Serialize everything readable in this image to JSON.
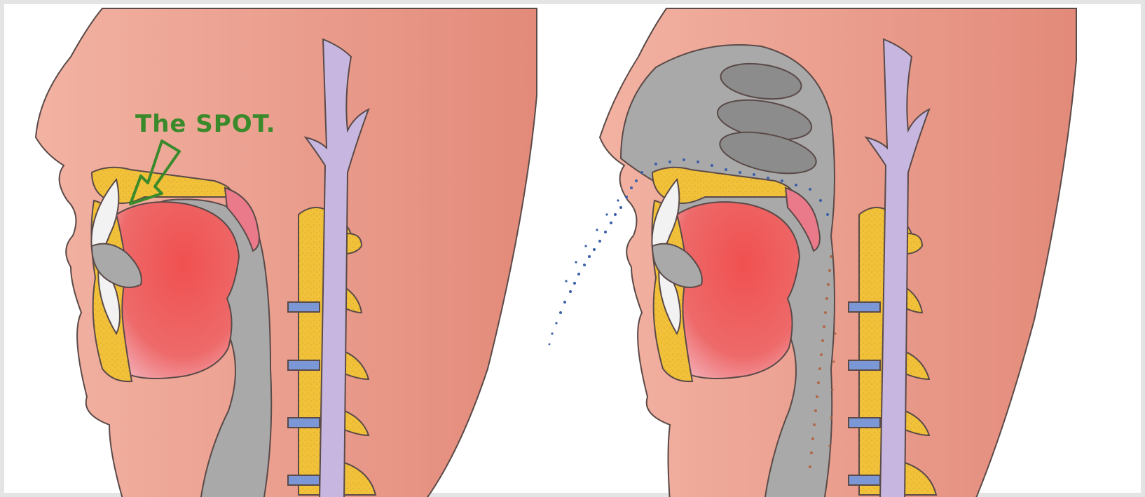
{
  "annotation": {
    "label": "The SPOT."
  },
  "colors": {
    "skin": "#e8998a",
    "skin_outline": "#5a4a48",
    "airway_gray": "#a9a9a9",
    "tongue_red": "#ee5555",
    "bone_yellow": "#f1c13a",
    "disc_blue": "#7c97d6",
    "spinal_lavender": "#c7b7e0",
    "label_green": "#3a8a2c",
    "particle_blue": "#3a5fa8",
    "particle_brown": "#b0684a"
  },
  "panels": [
    {
      "name": "normal-head-cross-section"
    },
    {
      "name": "sneeze-head-cross-section"
    }
  ]
}
